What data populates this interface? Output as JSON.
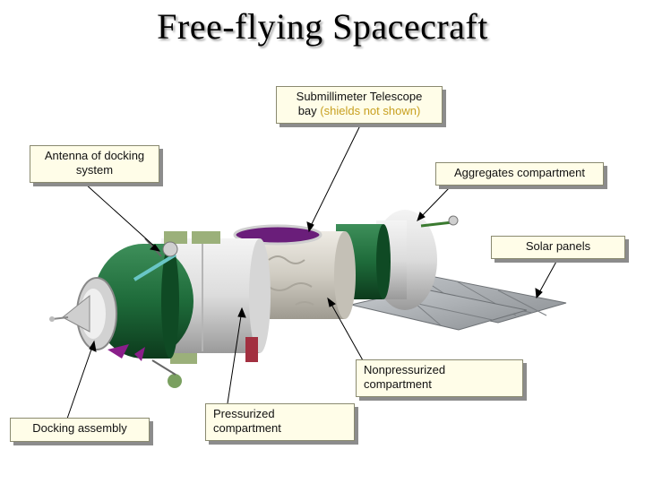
{
  "title": "Free-flying Spacecraft",
  "callouts": {
    "telescope": {
      "line1": "Submillimeter Telescope",
      "line2_main": "bay",
      "line2_note": "(shields not shown)"
    },
    "antenna": {
      "line1": "Antenna of docking",
      "line2": "system"
    },
    "aggregates": {
      "text": "Aggregates compartment"
    },
    "solar": {
      "text": "Solar panels"
    },
    "nonpressurized": {
      "line1": "Nonpressurized",
      "line2": "compartment"
    },
    "pressurized": {
      "line1": "Pressurized",
      "line2": "compartment"
    },
    "docking": {
      "text": "Docking assembly"
    }
  },
  "colors": {
    "callout_bg": "#fffde8",
    "note": "#c8a020",
    "module_green": "#1e6b3a",
    "hull_white": "#e8e8e8",
    "foil": "#d8d4cc",
    "telescope_bay": "#6a1e7a",
    "solar_panel": "#b8bcc0"
  }
}
